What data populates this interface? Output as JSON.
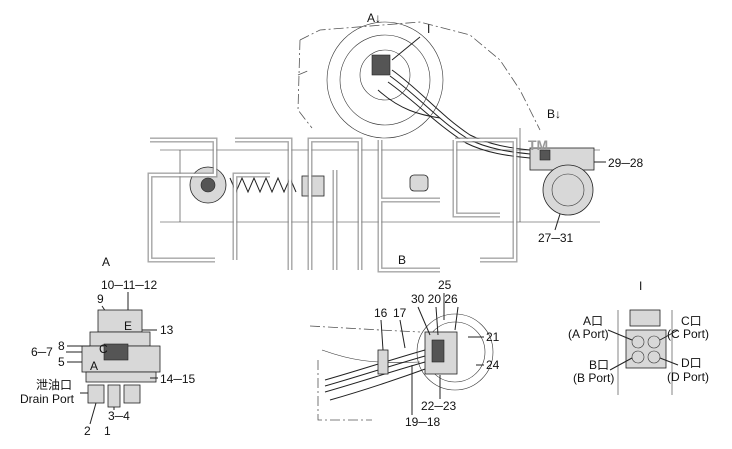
{
  "views": {
    "A": {
      "marker": "A↓",
      "title": "A",
      "bottom_marker": "B"
    },
    "B": {
      "marker": "B↓"
    },
    "I": {
      "marker": "I",
      "detail_title": "I"
    }
  },
  "labels": {
    "l_29_28": "29─28",
    "l_27_31": "27─31",
    "l_10_11_12": "10─11─12",
    "l_9": "9",
    "l_13": "13",
    "l_E": "E",
    "l_8": "8",
    "l_C": "C",
    "l_6_7": "6─7",
    "l_5": "5",
    "l_A": "A",
    "l_14_15": "14─15",
    "l_drain_cn": "泄油口",
    "l_drain_en": "Drain Port",
    "l_3_4": "3─4",
    "l_2": "2",
    "l_1": "1",
    "l_25": "25",
    "l_30_20_26": "30 20  26",
    "l_16": "16",
    "l_17": "17",
    "l_21": "21",
    "l_24": "24",
    "l_22_23": "22─23",
    "l_19_18": "19─18",
    "l_portA_cn": "A口",
    "l_portA_en": "(A Port)",
    "l_portB_cn": "B口",
    "l_portB_en": "(B Port)",
    "l_portC_cn": "C口",
    "l_portC_en": "(C Port)",
    "l_portD_cn": "D口",
    "l_portD_en": "(D Port)"
  },
  "colors": {
    "line": "#222222",
    "watermark": "#888888",
    "background": "#ffffff"
  }
}
